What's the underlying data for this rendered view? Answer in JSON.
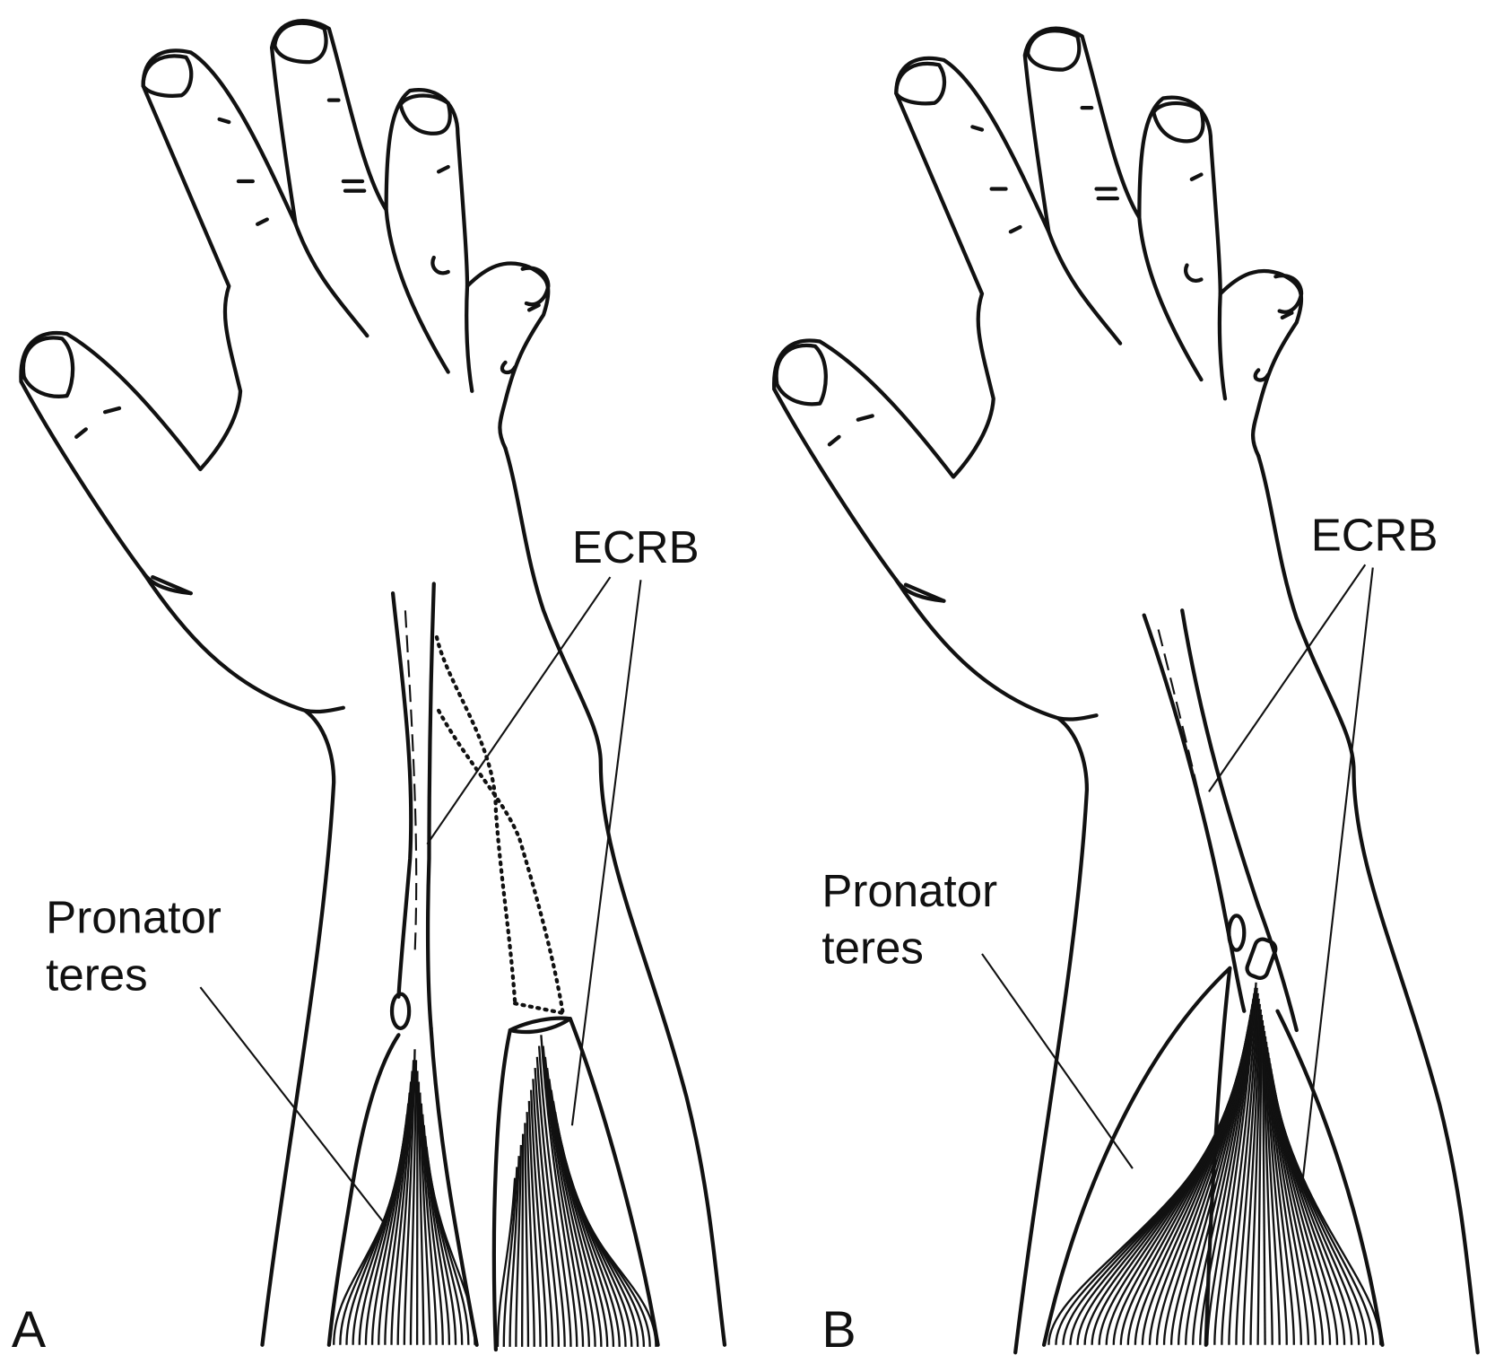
{
  "panels": [
    {
      "letter": "A",
      "ecrb_label": "ECRB",
      "pt_label_line1": "Pronator",
      "pt_label_line2": "teres"
    },
    {
      "letter": "B",
      "ecrb_label": "ECRB",
      "pt_label_line1": "Pronator",
      "pt_label_line2": "teres"
    }
  ]
}
